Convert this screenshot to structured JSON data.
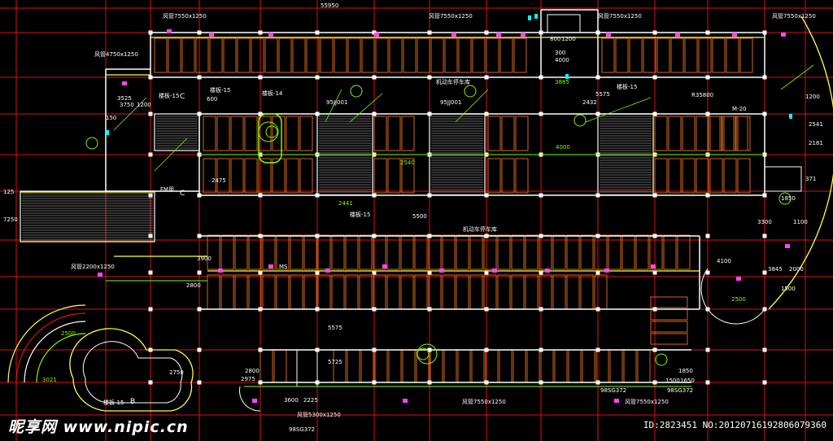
{
  "colors": {
    "background": "#000000",
    "grid": "#d11",
    "wall": "#ffffff",
    "parking": "#d2691e",
    "dimension": "#7CFC00",
    "beam": "#ffff44",
    "tag": "#ff44ff",
    "accent_cyan": "#00ffff"
  },
  "dimensions": {
    "top_overall": "55950",
    "d1": "3750",
    "d2": "1200",
    "d3": "3525",
    "d4": "800",
    "d5": "1200",
    "d6": "300",
    "d7": "4000",
    "d8": "3885",
    "d9": "5575",
    "d10": "2432",
    "d11": "R35800",
    "d12": "1200",
    "d13": "2541",
    "d14": "2181",
    "d15": "371",
    "d16": "1850",
    "d17": "3300",
    "d18": "1100",
    "d19": "4100",
    "d20": "3845",
    "d21": "2000",
    "d22": "1500",
    "d23": "5500",
    "d24": "7250",
    "d25": "125",
    "d26": "2800",
    "d27": "3900",
    "d28": "2500",
    "d29": "2800",
    "d30": "3600",
    "d31": "2225",
    "d32": "5575",
    "d33": "5725",
    "d34": "1850",
    "d35": "3021",
    "d36": "2500",
    "d37": "600",
    "d38": "150",
    "d39": "2475",
    "d40": "2540",
    "d41": "2441",
    "d42": "4000",
    "d43": "2750",
    "d44": "2975",
    "d45": "1500",
    "d46": "1650"
  },
  "labels": {
    "duct_top_1": "风管7550x1250",
    "duct_top_2": "风管7550x1250",
    "duct_top_3": "风管7550x1250",
    "duct_top_4": "风管7550x1250",
    "duct_left": "风管4750x1250",
    "duct_mid": "风管2200x1250",
    "duct_bottom_1": "风管5300x1250",
    "duct_bottom_2": "风管7550x1250",
    "duct_bottom_3": "风管7550x1250",
    "elev_15_a": "楼板-15",
    "elev_15_b": "楼板-15",
    "elev_14": "楼板-14",
    "elev_15_c": "楼板-15",
    "elev_15_d": "楼板-15",
    "elev_15_e": "楼板-15",
    "section_label": "机动车停车库",
    "section_label_2": "机动车停车库",
    "spec_1": "95JJ001",
    "spec_2": "95JJ001",
    "atlas_1": "98SG372",
    "atlas_2": "98SG372",
    "atlas_3": "98SG372",
    "mark_c1": "C",
    "mark_c2": "C",
    "mark_b": "B",
    "m20": "M-20",
    "m_tag": "MS",
    "fire": "FM甲"
  },
  "watermark": {
    "brand": "昵享网 www.nipic.cn",
    "id": "ID:2823451 NO:20120716192806079360"
  }
}
